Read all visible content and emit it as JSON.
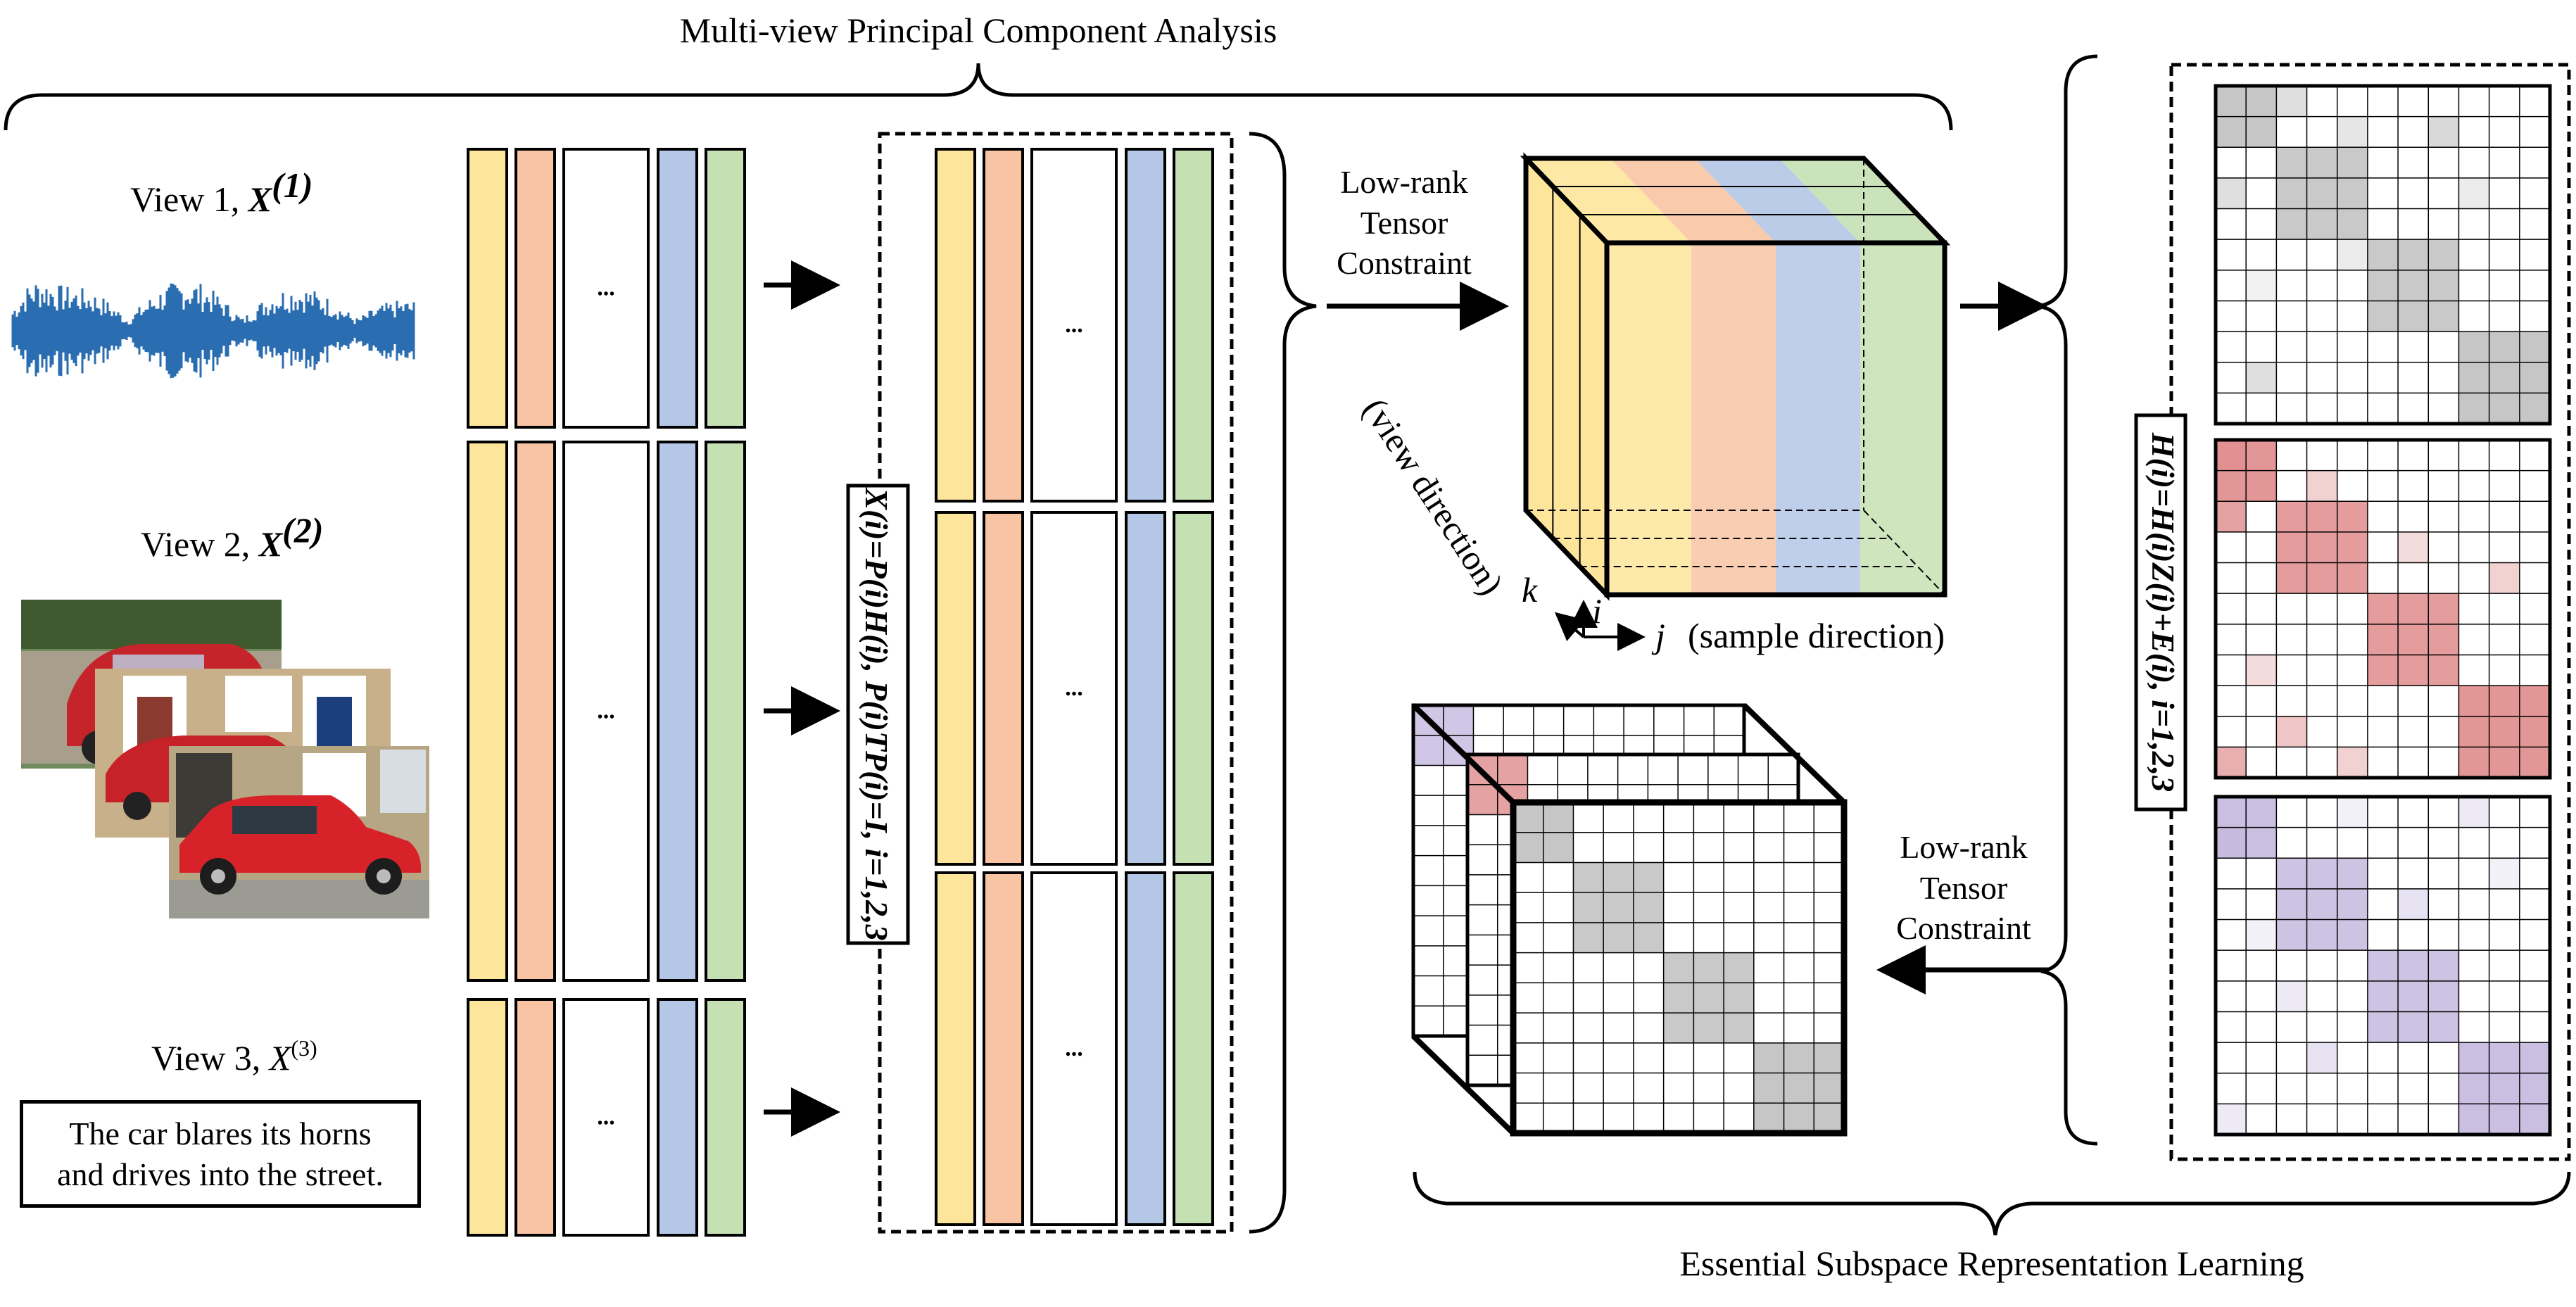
{
  "title_top": "Multi-view Principal Component Analysis",
  "title_bottom": "Essential Subspace Representation Learning",
  "views": [
    {
      "label": "View 1, ",
      "symbol": "X",
      "superscript": "(1)"
    },
    {
      "label": "View 2, ",
      "symbol": "X",
      "superscript": "(2)"
    },
    {
      "label": "View 3, ",
      "symbol": "X",
      "superscript": "(3)"
    }
  ],
  "view3_text": [
    "The car blares its horns",
    "and drives into the street."
  ],
  "ellipsis": "...",
  "pca_equation": "X(i)=P(i)H(i), P(i)TP(i)=I, i=1,2,3",
  "subspace_equation": "H(i)=H(i)Z(i)+E(i), i=1,2,3",
  "tensor_constraint": [
    "Low-rank",
    "Tensor",
    "Constraint"
  ],
  "tensor_constraint_2": [
    "Low-rank",
    "Tensor",
    "Constraint"
  ],
  "axis_labels": {
    "view_direction": "(view direction)",
    "k": "k",
    "i": "i",
    "j": "j",
    "sample_direction": "(sample direction)"
  },
  "colors": {
    "yellow": "#fde59b",
    "salmon": "#f8c4a3",
    "blue": "#b4c7e7",
    "green": "#c5e0b3",
    "gray_cell": "#c0c0c0",
    "red_cell": "#df8b8b",
    "purple_cell": "#c4b8de",
    "waveform": "#2a6db0"
  }
}
